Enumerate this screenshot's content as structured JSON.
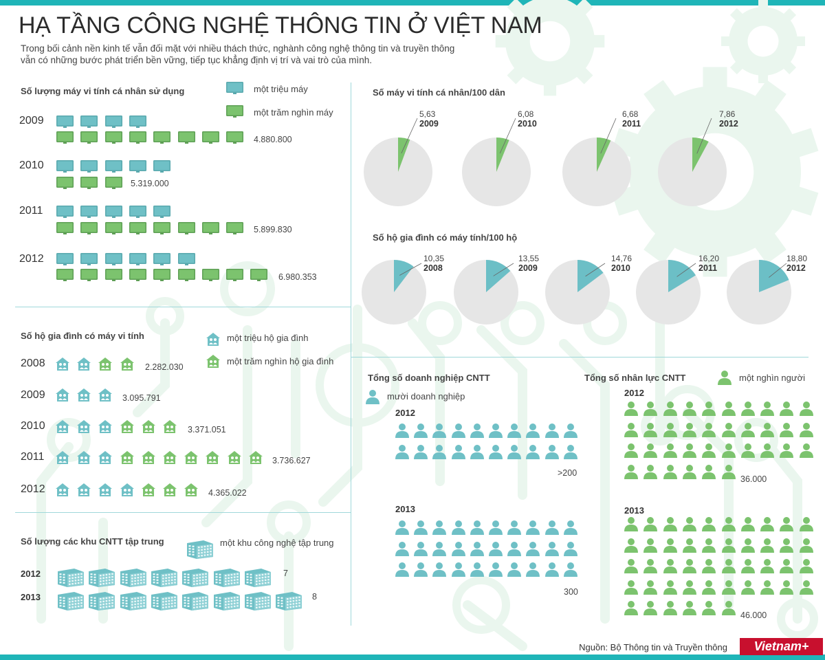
{
  "title": "HẠ TẦNG CÔNG NGHỆ THÔNG TIN Ở VIỆT NAM",
  "intro": "Trong bối cảnh nền kinh tế vẫn đối mặt với nhiều thách thức, nghành công nghệ thông tin và truyền thông vẫn có những bước phát triển bền vững, tiếp tục khẳng định vị trí và vai trò của mình.",
  "colors": {
    "teal": "#6fc0c6",
    "green": "#7cc36e",
    "pie_bg": "#e6e6e6",
    "pie_green": "#7cc36e",
    "pie_teal": "#6cbfc6",
    "accent": "#1fb5b8",
    "bg_art": "#eaf6ee"
  },
  "computers": {
    "title": "Số lượng máy vi tính cá nhân sử dụng",
    "legend_million": "một triệu máy",
    "legend_hundredk": "một trăm nghìn máy",
    "icon": "computer-monitor-icon",
    "rows": [
      {
        "year": "2009",
        "value": "4.880.800",
        "million_icons": 4,
        "hundredk_icons": 8
      },
      {
        "year": "2010",
        "value": "5.319.000",
        "million_icons": 5,
        "hundredk_icons": 3
      },
      {
        "year": "2011",
        "value": "5.899.830",
        "million_icons": 5,
        "hundredk_icons": 8
      },
      {
        "year": "2012",
        "value": "6.980.353",
        "million_icons": 6,
        "hundredk_icons": 9
      }
    ]
  },
  "households": {
    "title": "Số hộ gia đình có máy vi tính",
    "legend_million": "một triệu hộ gia đình",
    "legend_hundredk": "một trăm nghìn hộ gia đình",
    "icon": "house-family-icon",
    "rows": [
      {
        "year": "2008",
        "value": "2.282.030",
        "million_icons": 2,
        "hundredk_icons": 2
      },
      {
        "year": "2009",
        "value": "3.095.791",
        "million_icons": 3,
        "hundredk_icons": 0
      },
      {
        "year": "2010",
        "value": "3.371.051",
        "million_icons": 3,
        "hundredk_icons": 3
      },
      {
        "year": "2011",
        "value": "3.736.627",
        "million_icons": 3,
        "hundredk_icons": 7
      },
      {
        "year": "2012",
        "value": "4.365.022",
        "million_icons": 4,
        "hundredk_icons": 3
      }
    ]
  },
  "it_parks": {
    "title": "Số lượng các khu CNTT tập trung",
    "legend": "một khu công nghệ tập trung",
    "icon": "building-icon",
    "rows": [
      {
        "year": "2012",
        "value": "7",
        "icons": 7
      },
      {
        "year": "2013",
        "value": "8",
        "icons": 8
      }
    ]
  },
  "pcs_per_100": {
    "title": "Số máy vi tính cá nhân/100 dân",
    "items": [
      {
        "value": "5,63",
        "year": "2009",
        "pct": 5.63
      },
      {
        "value": "6,08",
        "year": "2010",
        "pct": 6.08
      },
      {
        "value": "6,68",
        "year": "2011",
        "pct": 6.68
      },
      {
        "value": "7,86",
        "year": "2012",
        "pct": 7.86
      }
    ]
  },
  "households_per_100": {
    "title": "Số hộ gia đình có máy tính/100 hộ",
    "items": [
      {
        "value": "10,35",
        "year": "2008",
        "pct": 10.35
      },
      {
        "value": "13,55",
        "year": "2009",
        "pct": 13.55
      },
      {
        "value": "14,76",
        "year": "2010",
        "pct": 14.76
      },
      {
        "value": "16,20",
        "year": "2011",
        "pct": 16.2
      },
      {
        "value": "18,80",
        "year": "2012",
        "pct": 18.8
      }
    ]
  },
  "enterprises": {
    "title": "Tổng số doanh nghiệp CNTT",
    "legend": "mười doanh nghiệp",
    "icon": "person-icon",
    "groups": [
      {
        "year": "2012",
        "value": ">200",
        "icons": 20
      },
      {
        "year": "2013",
        "value": "300",
        "icons": 30
      }
    ]
  },
  "workforce": {
    "title": "Tổng số nhân lực CNTT",
    "legend": "một nghìn người",
    "icon": "person-icon",
    "groups": [
      {
        "year": "2012",
        "value": "36.000",
        "icons": 36
      },
      {
        "year": "2013",
        "value": "46.000",
        "icons": 46
      }
    ]
  },
  "chart_data": [
    {
      "type": "bar",
      "title": "Số lượng máy vi tính cá nhân sử dụng",
      "categories": [
        "2009",
        "2010",
        "2011",
        "2012"
      ],
      "values": [
        4880800,
        5319000,
        5899830,
        6980353
      ]
    },
    {
      "type": "bar",
      "title": "Số hộ gia đình có máy vi tính",
      "categories": [
        "2008",
        "2009",
        "2010",
        "2011",
        "2012"
      ],
      "values": [
        2282030,
        3095791,
        3371051,
        3736627,
        4365022
      ]
    },
    {
      "type": "bar",
      "title": "Số lượng các khu CNTT tập trung",
      "categories": [
        "2012",
        "2013"
      ],
      "values": [
        7,
        8
      ]
    },
    {
      "type": "pie",
      "title": "Số máy vi tính cá nhân/100 dân",
      "categories": [
        "2009",
        "2010",
        "2011",
        "2012"
      ],
      "values": [
        5.63,
        6.08,
        6.68,
        7.86
      ]
    },
    {
      "type": "pie",
      "title": "Số hộ gia đình có máy tính/100 hộ",
      "categories": [
        "2008",
        "2009",
        "2010",
        "2011",
        "2012"
      ],
      "values": [
        10.35,
        13.55,
        14.76,
        16.2,
        18.8
      ]
    },
    {
      "type": "bar",
      "title": "Tổng số doanh nghiệp CNTT",
      "categories": [
        "2012",
        "2013"
      ],
      "values": [
        200,
        300
      ]
    },
    {
      "type": "bar",
      "title": "Tổng số nhân lực CNTT",
      "categories": [
        "2012",
        "2013"
      ],
      "values": [
        36000,
        46000
      ]
    }
  ],
  "source": "Nguồn: Bộ Thông tin và Truyền thông",
  "logo": "Vietnam+"
}
